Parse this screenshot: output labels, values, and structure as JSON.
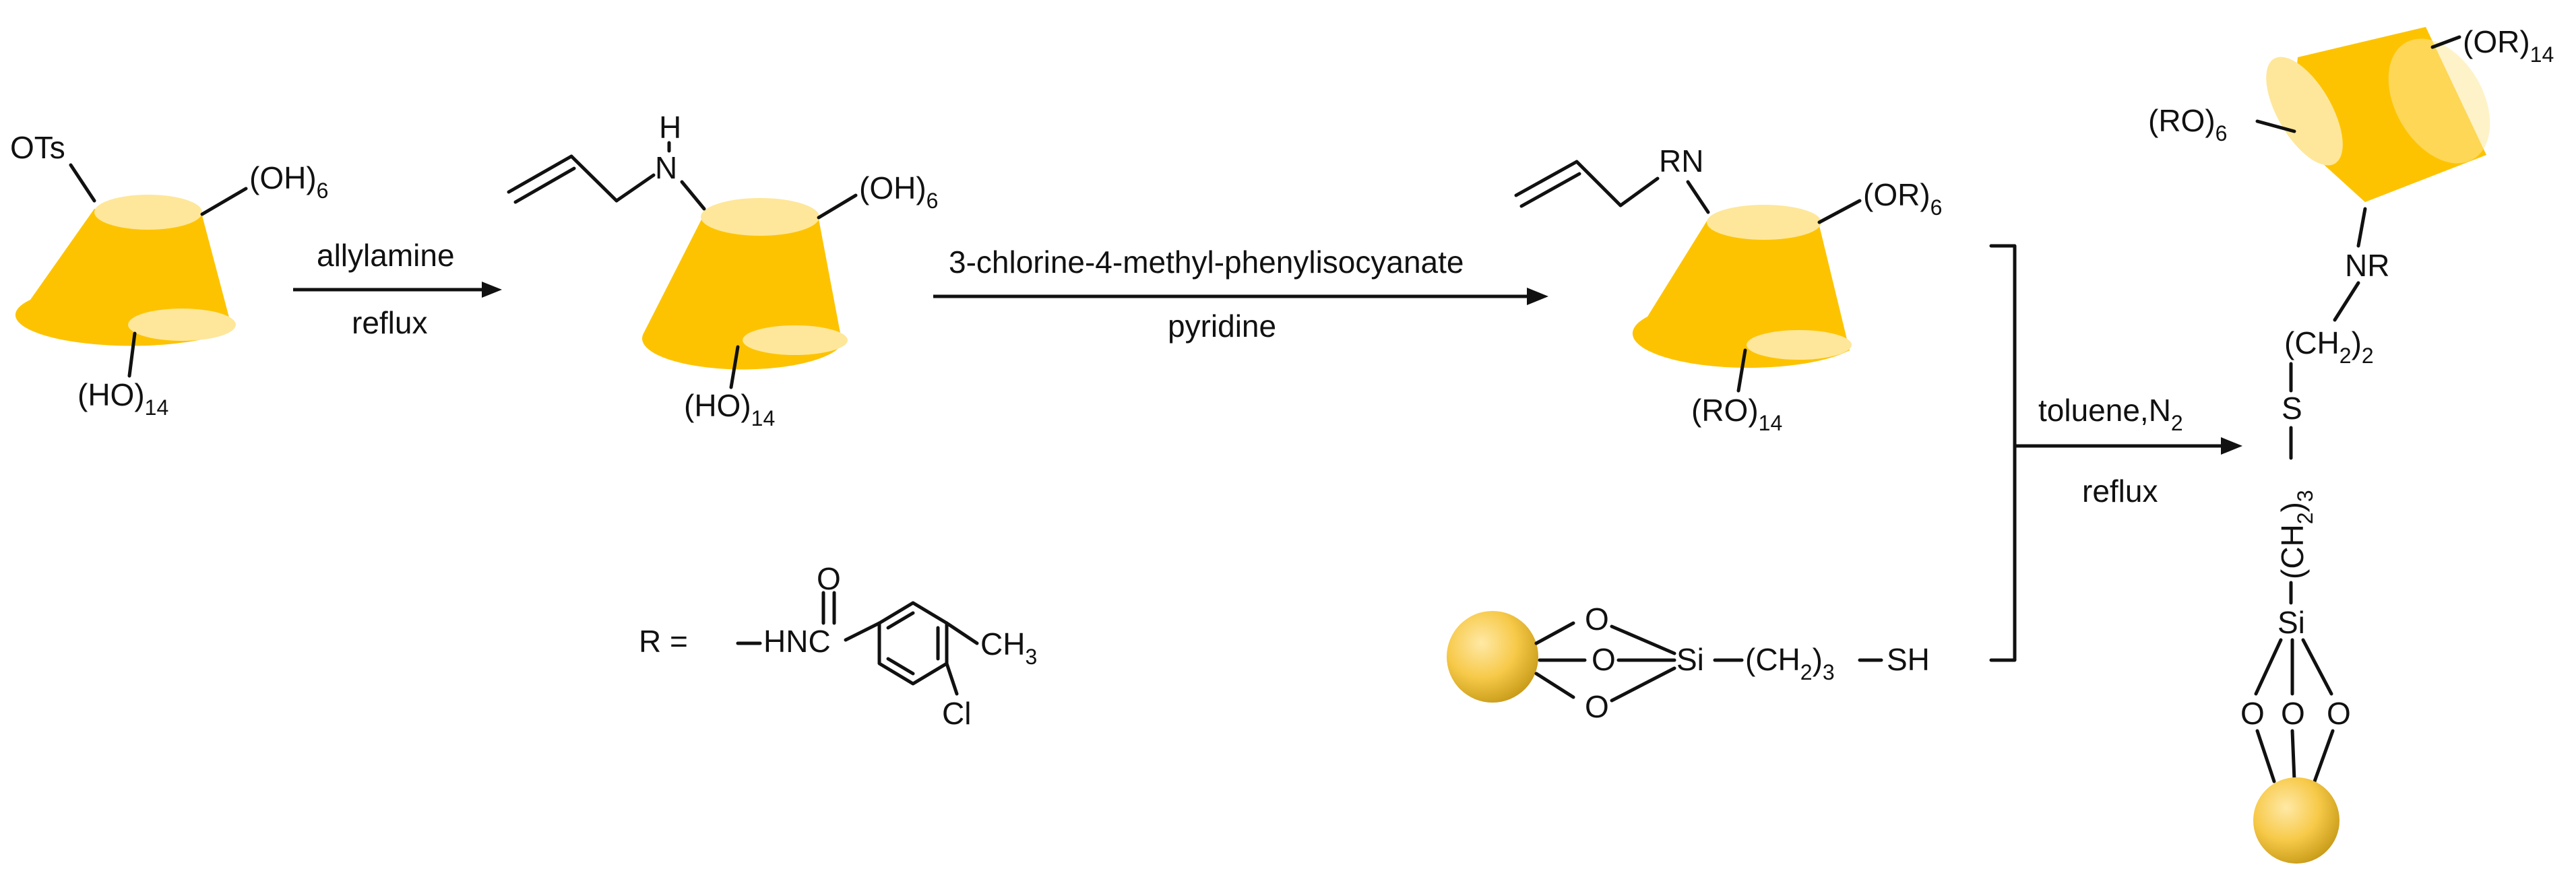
{
  "colors": {
    "cone_body": "#FDC300",
    "cone_rim": "#FEE79A",
    "silica_bead": "#F7C948",
    "line": "#111111"
  },
  "reagents": {
    "step1": {
      "above": "allylamine",
      "below": "reflux"
    },
    "step2": {
      "above": "3-chlorine-4-methyl-phenylisocyanate",
      "below": "pyridine"
    },
    "step3": {
      "above_main": "toluene,N",
      "above_sub": "2",
      "below": "reflux"
    }
  },
  "compound_1": {
    "top_group": "OTs",
    "upper_right": "(OH)",
    "upper_right_sub": "6",
    "bottom": "(HO)",
    "bottom_sub": "14"
  },
  "compound_2": {
    "amine": "H",
    "amine_n": "N",
    "upper_right": "(OH)",
    "upper_right_sub": "6",
    "bottom": "(HO)",
    "bottom_sub": "14"
  },
  "compound_3": {
    "amine": "RN",
    "upper_right": "(OR)",
    "upper_right_sub": "6",
    "bottom": "(RO)",
    "bottom_sub": "14"
  },
  "r_group": {
    "label": "R =",
    "dash_hn": "HNC",
    "carbonyl_o": "O",
    "methyl": "CH",
    "methyl_sub": "3",
    "chloro": "Cl"
  },
  "silica_thiol": {
    "o_top": "O",
    "o_mid": "O",
    "o_bot": "O",
    "si": "Si",
    "chain": "(CH",
    "chain_sub": "2",
    "chain_close": ")",
    "chain_n": "3",
    "sh": "SH"
  },
  "product": {
    "upper_right": "(OR)",
    "upper_right_sub": "14",
    "upper_left": "(RO)",
    "upper_left_sub": "6",
    "nr": "NR",
    "ch2": "(CH",
    "ch2_sub": "2",
    "ch2_close": ")",
    "ch2_n": "2",
    "s": "S",
    "ch2_3": "(CH",
    "ch2_3_sub": "2",
    "ch2_3_close": ")",
    "ch2_3_n": "3",
    "si": "Si",
    "o_left": "O",
    "o_mid": "O",
    "o_right": "O"
  }
}
